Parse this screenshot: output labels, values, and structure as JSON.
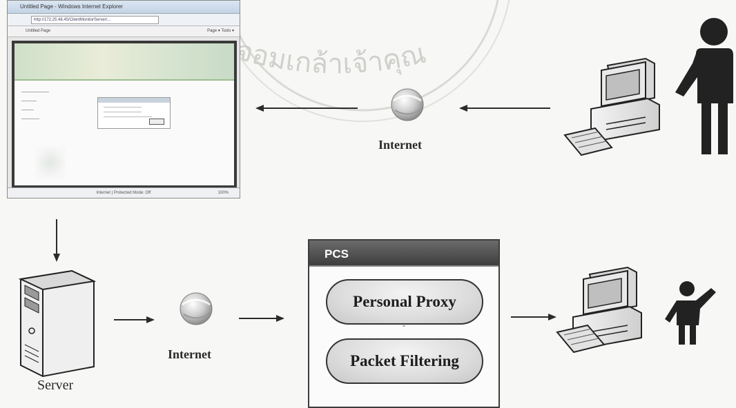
{
  "watermark": {
    "text": "พระจอมเกล้าเจ้าคุณ"
  },
  "browser_window": {
    "title": "Untitled Page - Windows Internet Explorer",
    "address": "http://172.25.48.45/ClientMonitorServer/...",
    "tab": "Untitled Page",
    "menu": "Page ▾  Tools ▾",
    "status": "Internet | Protected Mode: Off",
    "zoom": "100%"
  },
  "top_row": {
    "internet_label": "Internet"
  },
  "bottom_row": {
    "internet_label": "Internet",
    "server_label": "Server"
  },
  "pcs": {
    "header": "PCS",
    "modules": [
      "Personal Proxy",
      "Packet Filtering"
    ],
    "separator": "-"
  }
}
